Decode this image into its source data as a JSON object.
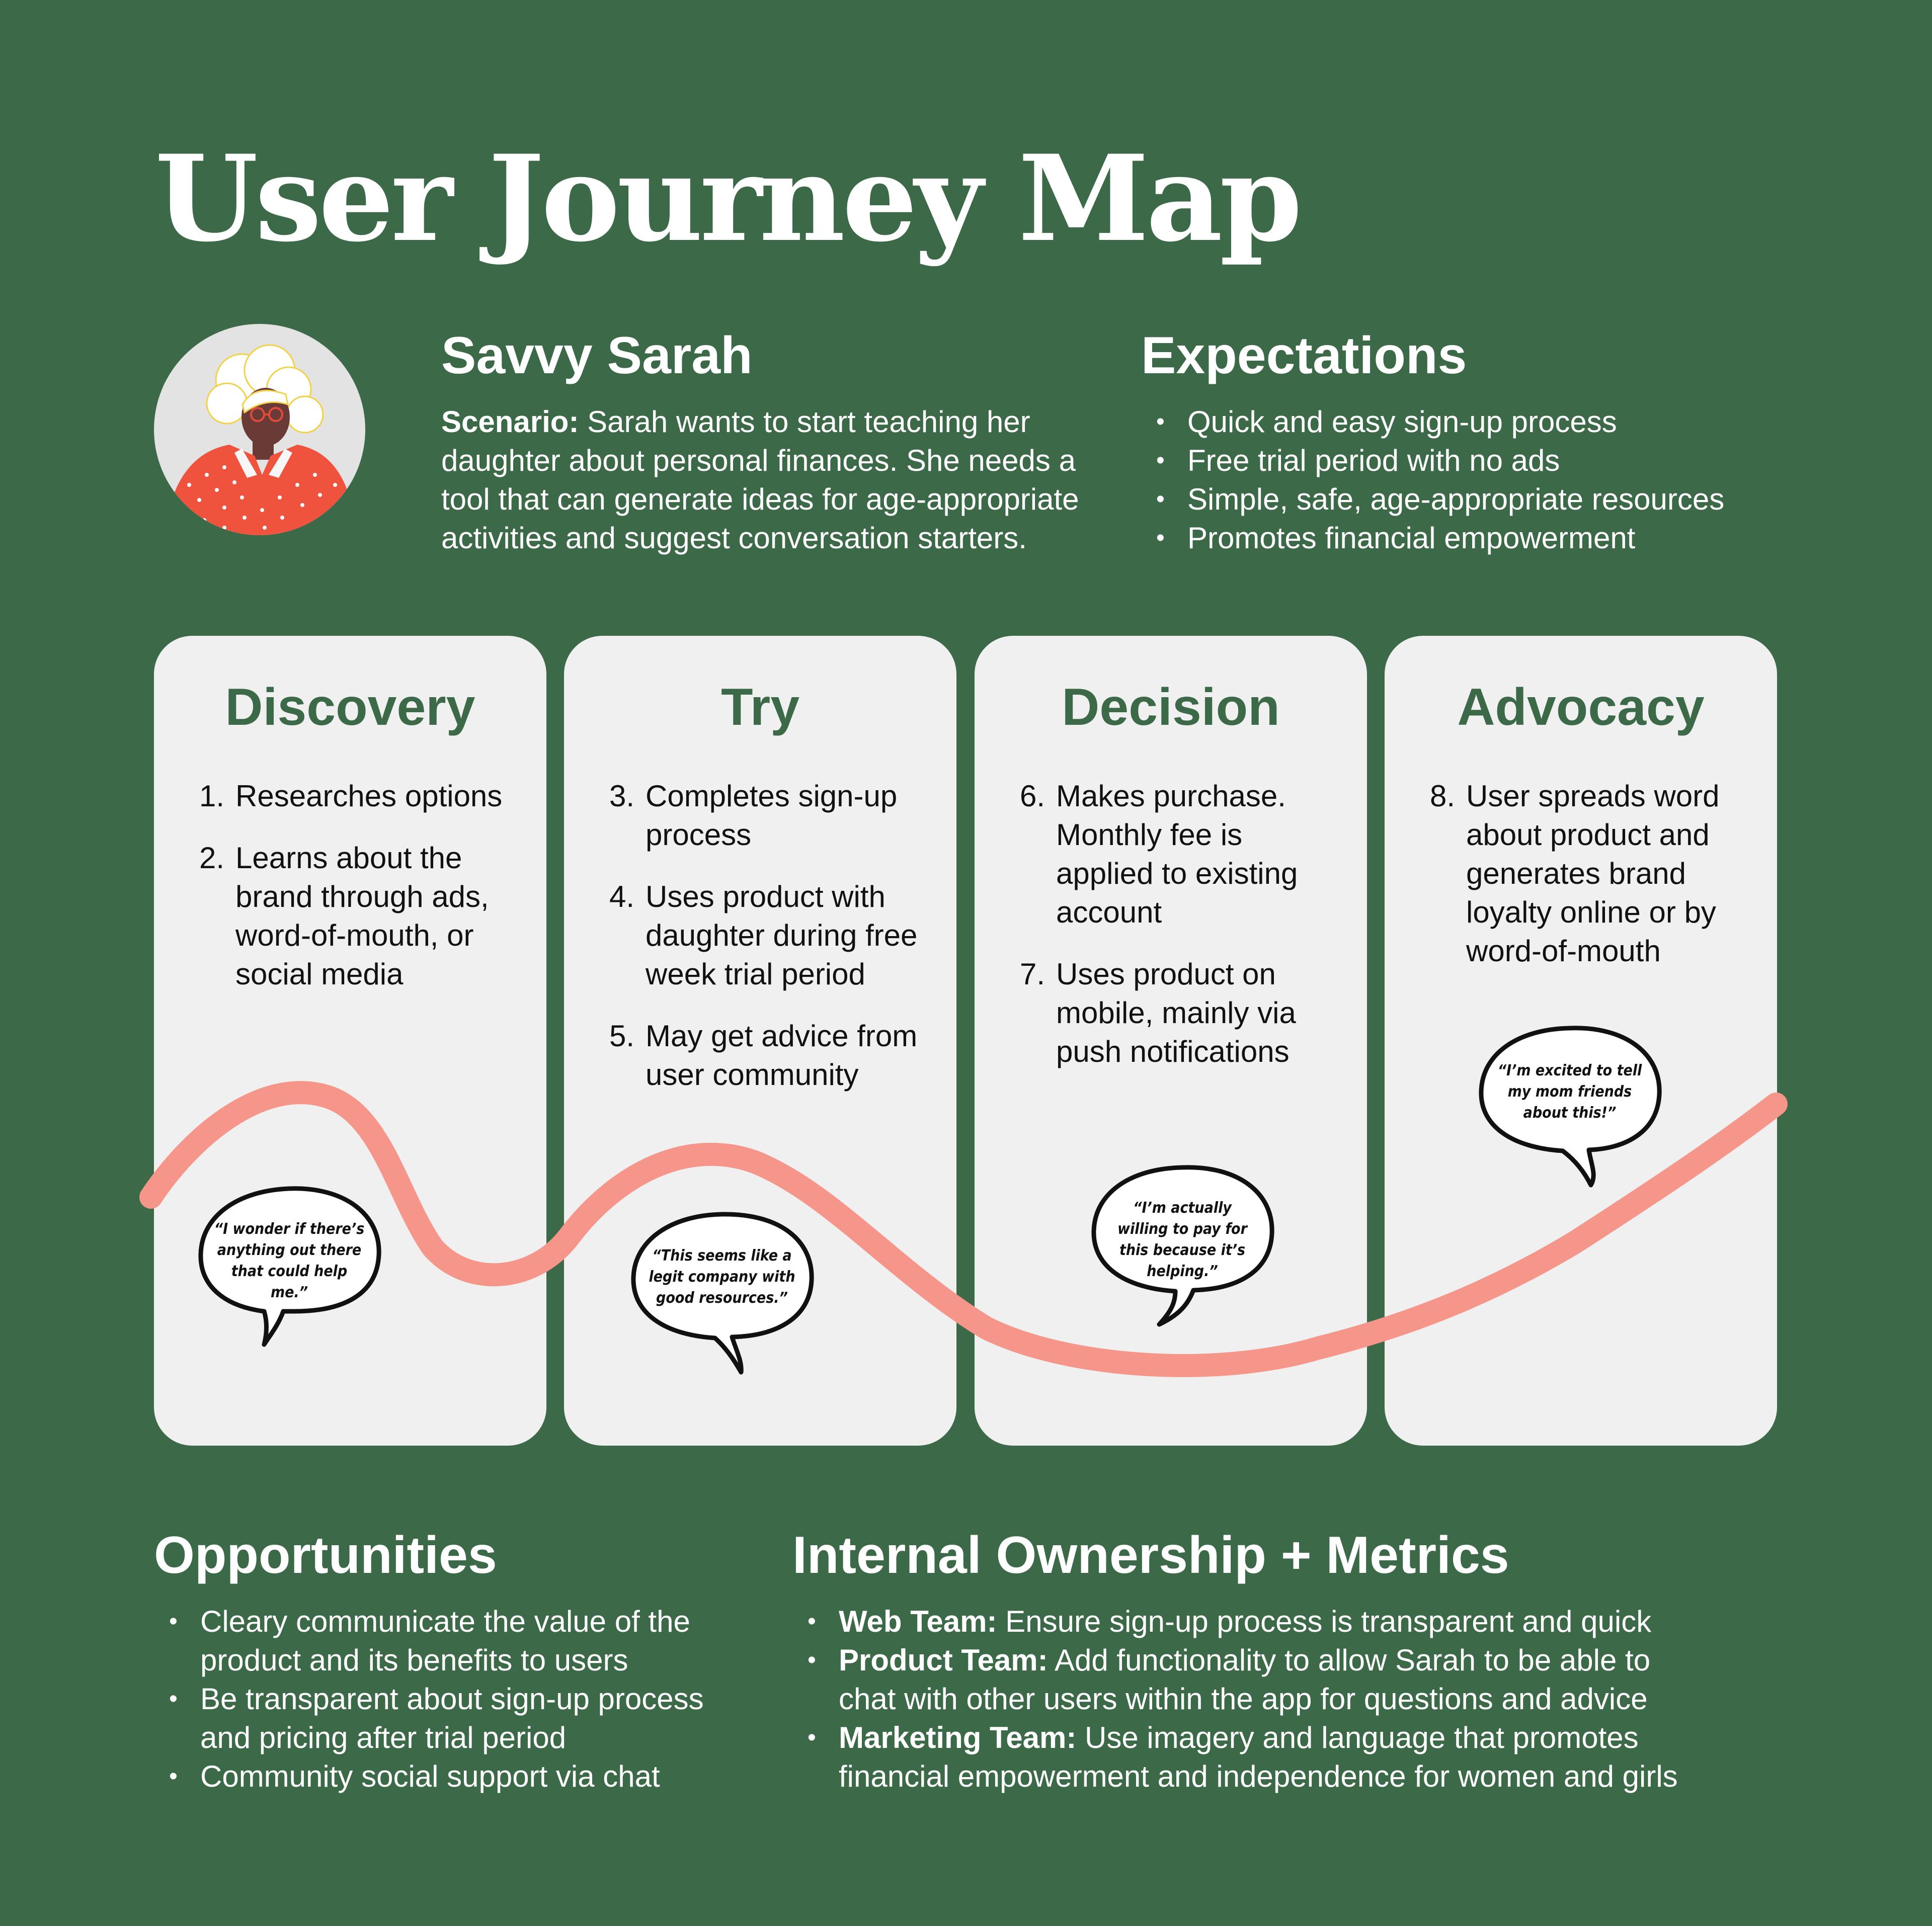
{
  "title": "User Journey Map",
  "persona": {
    "name": "Savvy Sarah",
    "scenario_label": "Scenario:",
    "scenario_text": " Sarah wants to start teaching her daughter about personal finances. She needs a tool that can generate ideas for age-appropriate activities and suggest conversation starters."
  },
  "expectations": {
    "heading": "Expectations",
    "items": [
      "Quick and easy sign-up process",
      "Free trial period with no ads",
      "Simple, safe, age-appropriate resources",
      "Promotes financial empowerment"
    ]
  },
  "stages": [
    {
      "name": "Discovery",
      "steps": [
        {
          "num": "1.",
          "text": "Researches options"
        },
        {
          "num": "2.",
          "text": "Learns about the brand through ads, word-of-mouth, or social media"
        }
      ],
      "quote": "“I wonder if there’s anything out there that could help me.”"
    },
    {
      "name": "Try",
      "steps": [
        {
          "num": "3.",
          "text": "Completes sign-up process"
        },
        {
          "num": "4.",
          "text": "Uses product with daughter during free week trial period"
        },
        {
          "num": "5.",
          "text": "May get advice from user community"
        }
      ],
      "quote": "“This seems like a legit company with good resources.”"
    },
    {
      "name": "Decision",
      "steps": [
        {
          "num": "6.",
          "text": "Makes purchase. Monthly fee is applied to existing account"
        },
        {
          "num": "7.",
          "text": "Uses product on mobile, mainly via push notifications"
        }
      ],
      "quote": "“I’m actually willing to pay for this because it’s helping.”"
    },
    {
      "name": "Advocacy",
      "steps": [
        {
          "num": "8.",
          "text": "User spreads word about product and generates brand loyalty online or by word-of-mouth"
        }
      ],
      "quote": "“I’m excited to tell my mom friends about this!”"
    }
  ],
  "opportunities": {
    "heading": "Opportunities",
    "items": [
      "Cleary communicate the value of the product and its benefits to users",
      "Be transparent about sign-up process and pricing after trial period",
      "Community social support via chat"
    ]
  },
  "ownership": {
    "heading": "Internal Ownership + Metrics",
    "items": [
      {
        "team": "Web Team:",
        "text": " Ensure sign-up process is transparent and quick"
      },
      {
        "team": "Product Team:",
        "text": " Add functionality to allow Sarah to be able to chat with other users within the app for questions and advice"
      },
      {
        "team": "Marketing Team:",
        "text": " Use imagery and language that promotes financial empowerment and independence for women and girls"
      }
    ]
  },
  "colors": {
    "background": "#3c6a48",
    "card": "#f0f0f0",
    "stage_heading": "#3c6a48",
    "journey_line": "#f6958a",
    "shirt": "#f0533d"
  }
}
